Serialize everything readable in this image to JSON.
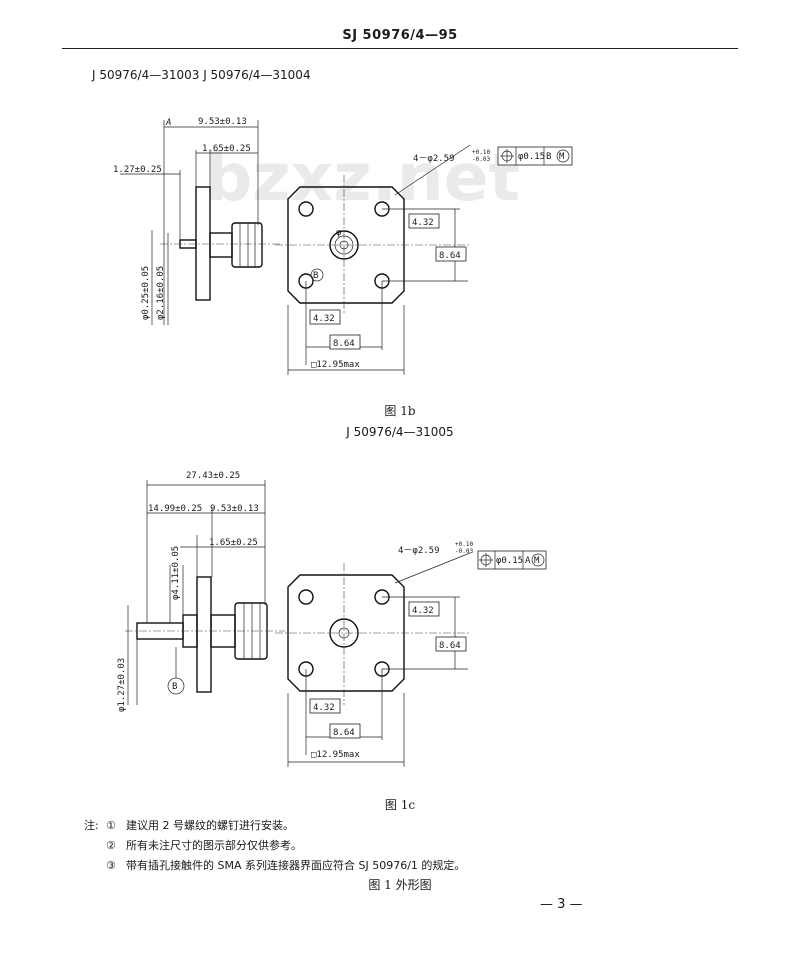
{
  "header": {
    "standard_code": "SJ 50976/4—95",
    "part_numbers_1": "J 50976/4—31003  J 50976/4—31004",
    "part_numbers_2": "J 50976/4—31005"
  },
  "watermark": "bzxz.net",
  "fig1b": {
    "caption": "图 1b",
    "datum_label": "A",
    "dim_overall": "9.53±0.13",
    "dim_flange": "1.65±0.25",
    "dim_pin": "1.27±0.25",
    "dim_dia_pin": "φ0.25±0.05",
    "dim_dia_body": "φ2.16±0.05",
    "hole_callout": "4－φ2.59",
    "hole_tol_upper": "+0.10",
    "hole_tol_lower": "-0.03",
    "tol_value": "φ0.15",
    "tol_datum": "B",
    "tol_modifier": "M",
    "center_mark": "φ",
    "datum_b": "B",
    "dim_v_small": "4.32",
    "dim_v_large": "8.64",
    "dim_h_small": "4.32",
    "dim_h_large": "8.64",
    "dim_square": "□12.95max"
  },
  "fig1c": {
    "caption": "图 1c",
    "dim_overall": "27.43±0.25",
    "dim_body": "14.99±0.25",
    "dim_flange_pos": "9.53±0.13",
    "dim_flange": "1.65±0.25",
    "dim_dia_body": "φ4.11±0.05",
    "dim_dia_pin": "φ1.27±0.03",
    "datum_b": "B",
    "hole_callout": "4－φ2.59",
    "hole_tol_upper": "+0.10",
    "hole_tol_lower": "-0.03",
    "tol_value": "φ0.15",
    "tol_datum": "A",
    "tol_modifier": "M",
    "dim_v_small": "4.32",
    "dim_v_large": "8.64",
    "dim_h_small": "4.32",
    "dim_h_large": "8.64",
    "dim_square": "□12.95max"
  },
  "notes": {
    "prefix": "注:",
    "items": [
      {
        "mark": "①",
        "text": "建议用 2 号螺纹的螺钉进行安装。"
      },
      {
        "mark": "②",
        "text": "所有未注尺寸的图示部分仅供参考。"
      },
      {
        "mark": "③",
        "text": "带有插孔接触件的 SMA 系列连接器界面应符合 SJ 50976/1 的规定。"
      }
    ]
  },
  "figure_caption": "图 1    外形图",
  "page_number": "— 3 —"
}
